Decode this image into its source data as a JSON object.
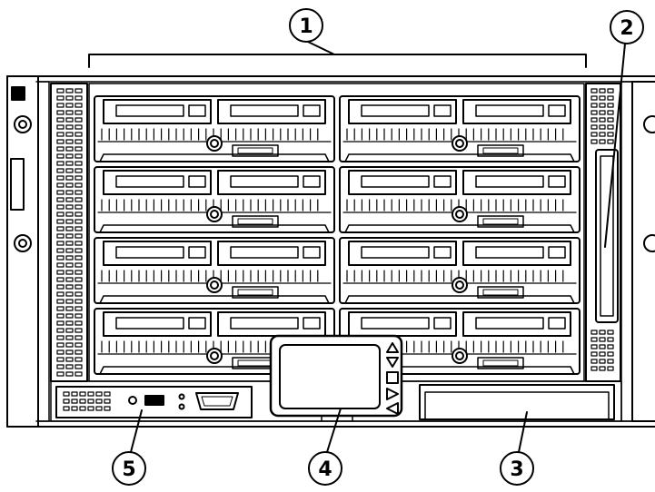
{
  "callouts": {
    "c1": "1",
    "c2": "2",
    "c3": "3",
    "c4": "4",
    "c5": "5"
  },
  "lcd": {
    "buttons": [
      "up-arrow",
      "down-arrow",
      "ok-square",
      "right-arrow",
      "left-arrow"
    ]
  },
  "colors": {
    "line": "#000000",
    "background": "#ffffff",
    "screen": "#ffffff",
    "usb_port": "#000000"
  }
}
